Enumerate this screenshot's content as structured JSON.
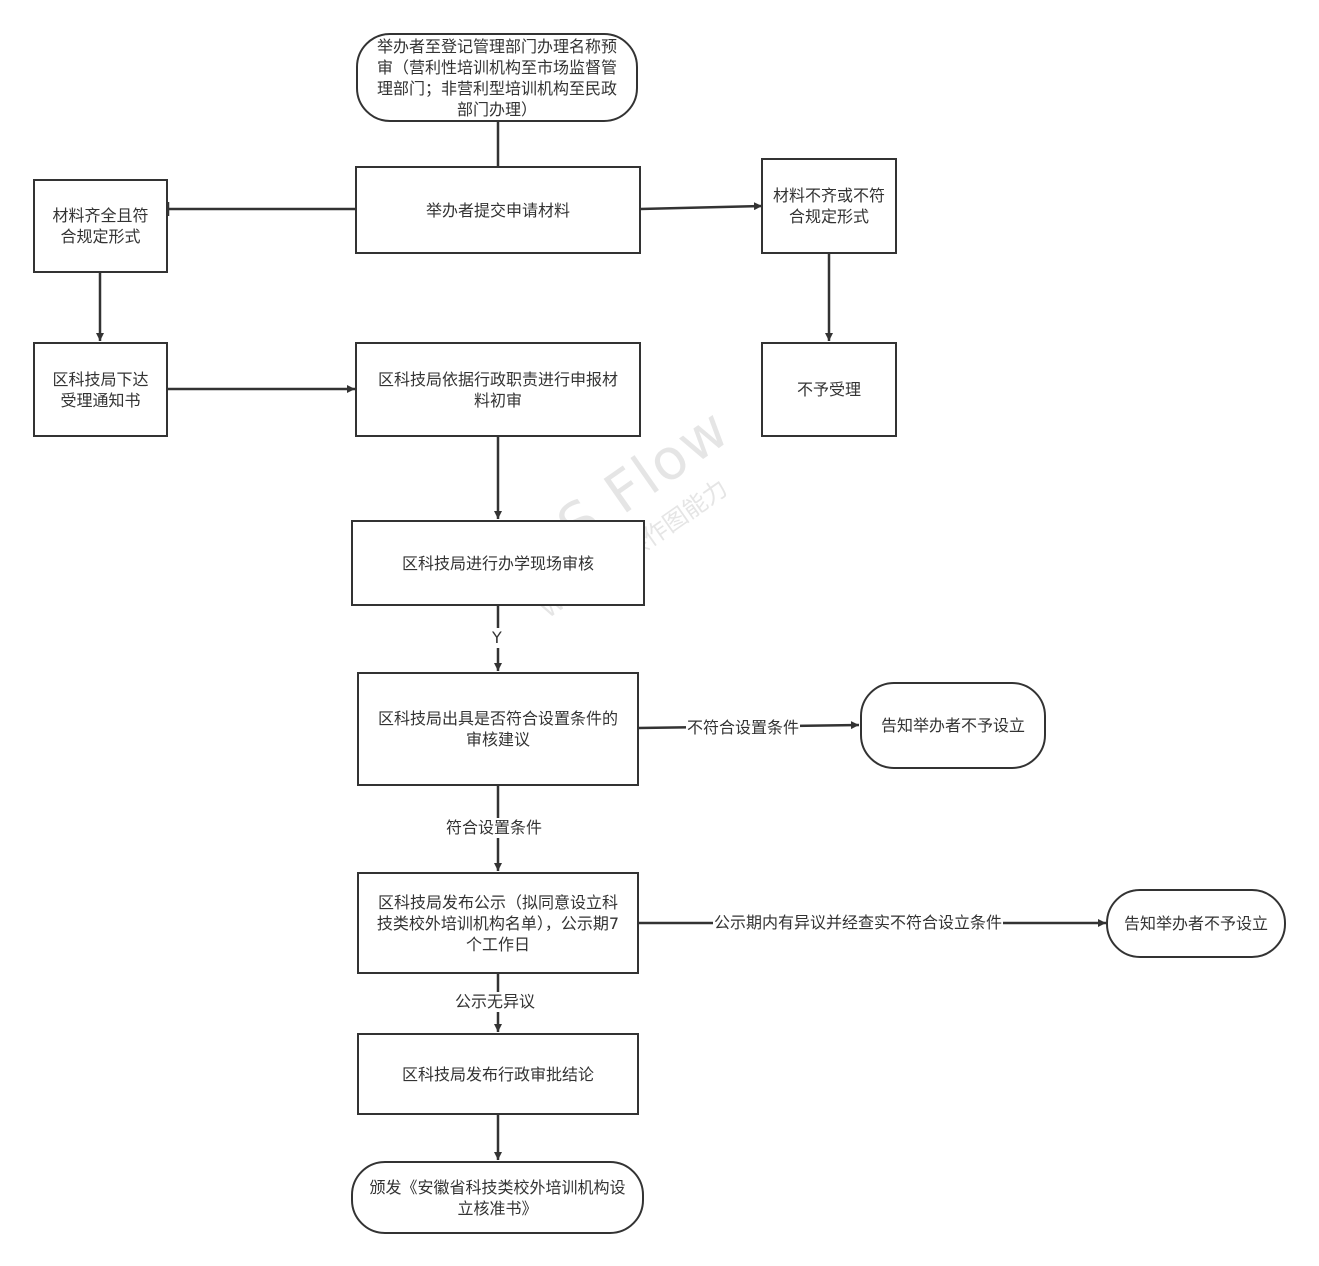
{
  "diagram": {
    "nodes": {
      "start": "举办者至登记管理部门办理名称预审（营利性培训机构至市场监督管理部门；非营利型培训机构至民政部门办理）",
      "submit": "举办者提交申请材料",
      "complete": "材料齐全且符合规定形式",
      "incomplete": "材料不齐或不符合规定形式",
      "not_accepted": "不予受理",
      "notice": "区科技局下达受理通知书",
      "initial_review": "区科技局依据行政职责进行申报材料初审",
      "site_review": "区科技局进行办学现场审核",
      "opinion": "区科技局出具是否符合设置条件的审核建议",
      "reject1": "告知举办者不予设立",
      "publicity": "区科技局发布公示（拟同意设立科技类校外培训机构名单），公示期7个工作日",
      "reject2": "告知举办者不予设立",
      "conclusion": "区科技局发布行政审批结论",
      "certificate": "颁发《安徽省科技类校外培训机构设立核准书》"
    },
    "edge_labels": {
      "yes": "Y",
      "not_meet": "不符合设置条件",
      "meet": "符合设置条件",
      "objection": "公示期内有异议并经查实不符合设立条件",
      "no_objection": "公示无异议"
    },
    "watermark": {
      "title": "WPS Flow",
      "subtitle": "WPS仅提供作图能力"
    }
  }
}
